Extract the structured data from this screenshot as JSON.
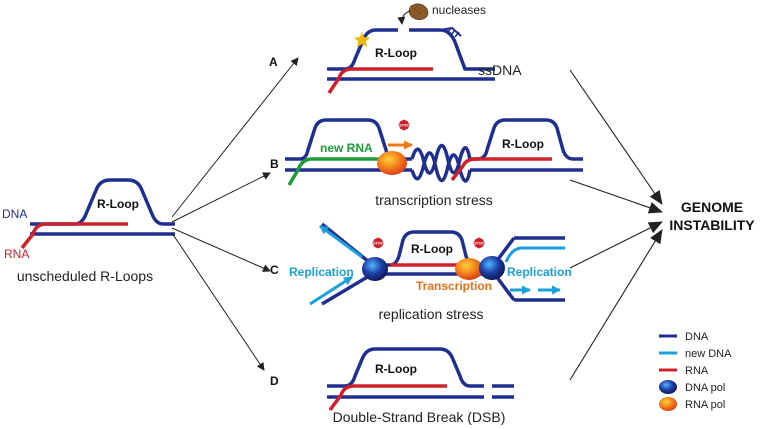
{
  "colors": {
    "dna": "#1f2f8f",
    "new_dna": "#1aa0dc",
    "rna": "#d0202a",
    "new_rna": "#1d9a3a",
    "arrow": "#222222",
    "stop": "#d0202a",
    "rna_pol": "#f07a18",
    "dna_pol": "#1f3fa6",
    "transcription_label": "#e8701a",
    "replication_label": "#1aa0dc",
    "nuclease": "#8a5a2a",
    "star": "#f2b600"
  },
  "left": {
    "dna_label": "DNA",
    "rna_label": "RNA",
    "rloop_label": "R-Loop",
    "caption": "unscheduled R-Loops"
  },
  "branch_a": {
    "letter": "A",
    "rloop_label": "R-Loop",
    "nucleases_label": "nucleases",
    "caption": "ssDNA",
    "icons": [
      "nuclease-icon",
      "star-icon",
      "nick-icon"
    ]
  },
  "branch_b": {
    "letter": "B",
    "new_rna_label": "new RNA",
    "stop_label": "STOP",
    "rloop_label": "R-Loop",
    "caption": "transcription stress"
  },
  "branch_c": {
    "letter": "C",
    "stop_label": "STOP",
    "rloop_label": "R-Loop",
    "replication_left": "Replication",
    "replication_right": "Replication",
    "transcription_label": "Transcription",
    "caption": "replication stress"
  },
  "branch_d": {
    "letter": "D",
    "rloop_label": "R-Loop",
    "caption": "Double-Strand Break (DSB)"
  },
  "outcome": {
    "line1": "GENOME",
    "line2": "INSTABILITY"
  },
  "legend": {
    "items": [
      {
        "label": "DNA",
        "kind": "line",
        "color": "#1f2f8f"
      },
      {
        "label": "new DNA",
        "kind": "line",
        "color": "#1aa0dc"
      },
      {
        "label": "RNA",
        "kind": "line",
        "color": "#d0202a"
      },
      {
        "label": "DNA pol",
        "kind": "ellipse",
        "color": "#1f3fa6"
      },
      {
        "label": "RNA pol",
        "kind": "ellipse",
        "color": "#f07a18"
      }
    ]
  }
}
